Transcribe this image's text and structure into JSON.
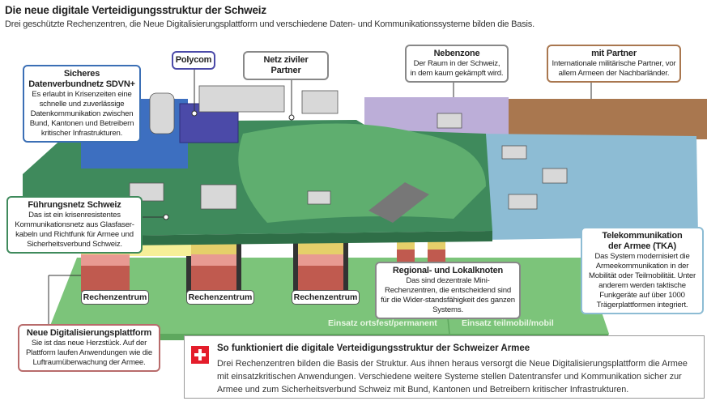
{
  "header": {
    "title": "Die neue digitale Verteidigungsstruktur der Schweiz",
    "subtitle": "Drei geschützte Rechenzentren, die Neue Digitalisierungsplattform und verschiedene Daten- und Kommunikationssysteme bilden die Basis."
  },
  "callouts": {
    "sdvn": {
      "title1": "Sicheres",
      "title2": "Datenverbundnetz SDVN+",
      "text": "Es erlaubt in Krisenzeiten eine schnelle und zuverlässige Datenkommunikation zwischen Bund, Kantonen und Betreibern kritischer Infrastrukturen."
    },
    "polycom": {
      "title": "Polycom"
    },
    "zivil": {
      "title": "Netz ziviler Partner"
    },
    "nebenzone": {
      "title": "Nebenzone",
      "text": "Der Raum in der Schweiz, in dem kaum gekämpft wird."
    },
    "partner": {
      "title": "mit Partner",
      "text": "Internationale militärische Partner, vor allem Armeen der Nachbarländer."
    },
    "fuehrungsnetz": {
      "title": "Führungsnetz Schweiz",
      "text": "Das ist ein krisenresistentes Kommunikationsnetz aus Glasfaser-kabeln und Richtfunk für Armee und Sicherheitsverbund Schweiz."
    },
    "tka": {
      "title1": "Telekommunikation",
      "title2": "der Armee (TKA)",
      "text": "Das System modernisiert die Armeekommunikation in der Mobilität oder Teilmobilität. Unter anderem werden taktische Funkgeräte auf über 1000 Trägerplattformen integriert."
    },
    "regional": {
      "title": "Regional- und Lokalknoten",
      "text": "Das sind dezentrale Mini-Rechenzentren, die entscheidend sind für die Wider-standsfähigkeit des ganzen Systems."
    },
    "ndp": {
      "title": "Neue Digitalisierungsplattform",
      "text": "Sie ist das neue Herzstück. Auf der Plattform laufen Anwendungen wie die Luftraumüberwachung der Armee."
    }
  },
  "datacenters": [
    "Rechenzentrum",
    "Rechenzentrum",
    "Rechenzentrum"
  ],
  "zones": {
    "fixed": "Einsatz ortsfest/permanent",
    "mobile": "Einsatz teilmobil/mobil"
  },
  "info": {
    "icon": "swiss-flag-icon",
    "title": "So funktioniert die digitale Verteidigungsstruktur der Schweizer Armee",
    "text": "Drei Rechenzentren bilden die Basis der Struktur. Aus ihnen heraus versorgt die Neue Digitalisierungsplattform die Armee mit einsatzkritischen Anwendungen. Verschiedene weitere Systeme stellen Datentransfer und Kommunikation sicher zur Armee und zum Sicherheitsverbund Schweiz mit Bund, Kantonen und Betreibern kritischer Infrastrukturen."
  },
  "colors": {
    "sdvn": "#3d6fc0",
    "polycom": "#4b4aa8",
    "nebenzone": "#bcaed8",
    "partner": "#a9774f",
    "tka": "#8dbcd4",
    "ground": "#3f8a5c",
    "base": "#7cc47a",
    "ndp": "#b86b6b"
  }
}
